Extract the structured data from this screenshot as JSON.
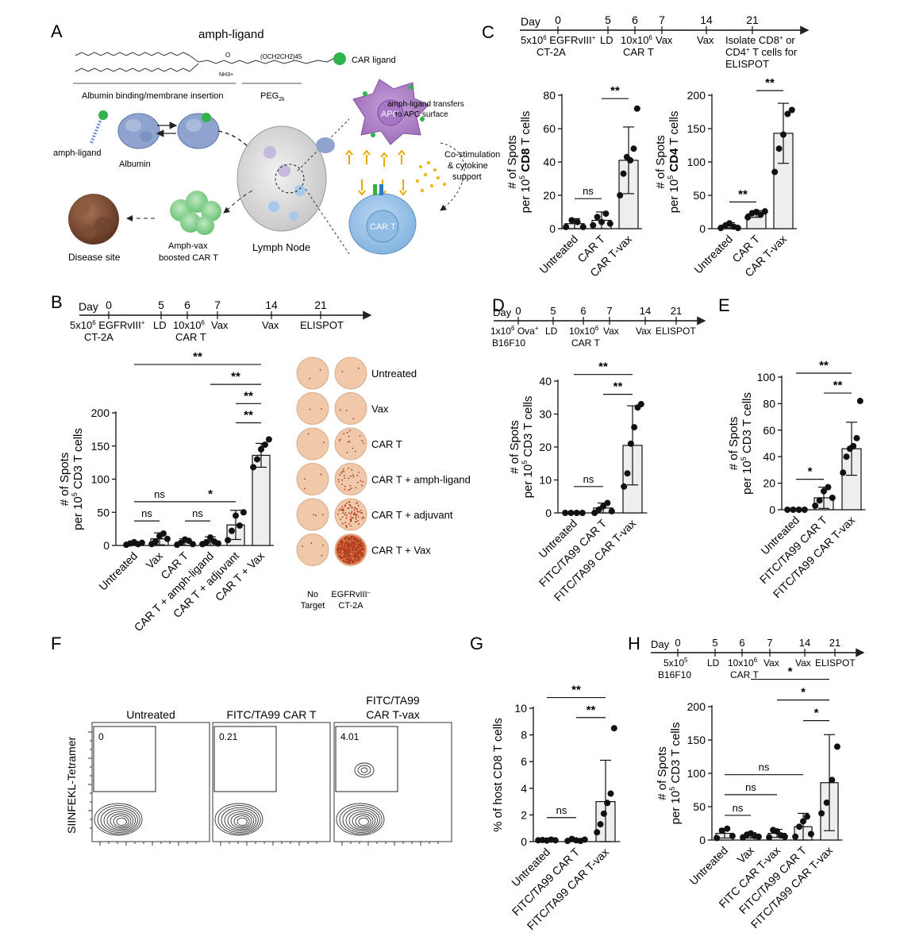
{
  "panels": {
    "A": "A",
    "B": "B",
    "C": "C",
    "D": "D",
    "E": "E",
    "F": "F",
    "G": "G",
    "H": "H"
  },
  "schematic": {
    "title": "amph-ligand",
    "car_ligand": "CAR ligand",
    "albumin_binding": "Albumin binding/membrane insertion",
    "peg": "PEG",
    "peg_sub": "2k",
    "peg_chain": "(OCH2CH2)45",
    "amph_ligand_label": "amph-ligand",
    "albumin": "Albumin",
    "transfer": "amph-ligand transfers",
    "transfer2": "to APC surface",
    "apc": "APC",
    "costim": "Co-stimulation",
    "costim2": "& cytokine",
    "costim3": "support",
    "car_t": "CAR T",
    "disease_site": "Disease site",
    "amph_vax": "Amph-vax",
    "boosted": "boosted CAR T",
    "lymph_node": "Lymph Node",
    "nh3": "NH3+"
  },
  "timelines": {
    "B": {
      "days": [
        "Day",
        "0",
        "5",
        "6",
        "7",
        "14",
        "21"
      ],
      "cells": "5x10",
      "cells_sup": "6",
      "target": "EGFRvIII",
      "target_sup": "+",
      "line2": "CT-2A",
      "ld": "LD",
      "cart": "10x10",
      "cart_sup": "6",
      "cart2": "CAR T",
      "vax": "Vax",
      "vax2": "Vax",
      "end": "ELISPOT"
    },
    "C": {
      "days": [
        "Day",
        "0",
        "5",
        "6",
        "7",
        "14",
        "21"
      ],
      "cells": "5x10",
      "cells_sup": "6",
      "target": "EGFRvIII",
      "target_sup": "+",
      "line2": "CT-2A",
      "ld": "LD",
      "cart": "10x10",
      "cart_sup": "6",
      "cart2": "CAR T",
      "vax": "Vax",
      "vax2": "Vax",
      "end1": "Isolate CD8",
      "end1_sup": "+",
      "end1b": " or",
      "end2": "CD4",
      "end2_sup": "+",
      "end2b": "T cells for",
      "end3": "ELISPOT"
    },
    "D": {
      "days": [
        "Day",
        "0",
        "5",
        "6",
        "7",
        "14",
        "21"
      ],
      "cells": "1x10",
      "cells_sup": "6",
      "target": "Ova",
      "target_sup": "+",
      "line2": "B16F10",
      "ld": "LD",
      "cart": "10x10",
      "cart_sup": "6",
      "cart2": "CAR T",
      "vax": "Vax",
      "vax2": "Vax",
      "end": "ELISPOT"
    },
    "H": {
      "days": [
        "Day",
        "0",
        "5",
        "6",
        "7",
        "14",
        "21"
      ],
      "cells": "5x10",
      "cells_sup": "5",
      "line2": "B16F10",
      "ld": "LD",
      "cart": "10x10",
      "cart_sup": "6",
      "cart2": "CAR T",
      "vax": "Vax",
      "vax2": "Vax",
      "end": "ELISPOT"
    }
  },
  "elispot_wells": {
    "rows": [
      "Untreated",
      "Vax",
      "CAR T",
      "CAR T + amph-ligand",
      "CAR T + adjuvant",
      "CAR T + Vax"
    ],
    "col1_line1": "No",
    "col1_line2": "Target",
    "col2_line1": "EGFRvIII",
    "col2_sup": "–",
    "col2_line2": "CT-2A",
    "well_color": "#efc9a9",
    "spot_color": "#b0381a"
  },
  "flow": {
    "y_label": "SIINFEKL-Tetramer",
    "plots": [
      {
        "title": [
          "Untreated"
        ],
        "value": "0"
      },
      {
        "title": [
          "FITC/TA99 CAR T"
        ],
        "value": "0.21"
      },
      {
        "title": [
          "FITC/TA99",
          "CAR T-vax"
        ],
        "value": "4.01"
      }
    ]
  },
  "chart_data": [
    {
      "panel": "B",
      "type": "bar",
      "ylabel": "# of Spots per 10^5 CD3 T cells",
      "ylim": [
        0,
        200
      ],
      "yticks": [
        "0",
        "50",
        "100",
        "150",
        "200"
      ],
      "categories": [
        "Untreated",
        "Vax",
        "CAR T",
        "CAR T + amph-ligand",
        "CAR T + adjuvant",
        "CAR T + Vax"
      ],
      "values": [
        3,
        10,
        5,
        6,
        31,
        136
      ],
      "sd": [
        2,
        9,
        5,
        7,
        22,
        18
      ],
      "points": [
        [
          1,
          3,
          5,
          2,
          4
        ],
        [
          2,
          6,
          14,
          18,
          10
        ],
        [
          1,
          4,
          9,
          7,
          2
        ],
        [
          2,
          5,
          12,
          6,
          3
        ],
        [
          8,
          22,
          45,
          30,
          50
        ],
        [
          118,
          130,
          145,
          152,
          160
        ]
      ],
      "annotations": [
        {
          "from": 0,
          "to": 5,
          "label": "**",
          "level": 273
        },
        {
          "from": 3,
          "to": 5,
          "label": "**",
          "level": 243
        },
        {
          "from": 4,
          "to": 5,
          "label": "**",
          "level": 214
        },
        {
          "from": 4,
          "to": 5,
          "label": "**",
          "level": 185
        },
        {
          "from": 0,
          "to": 2,
          "label": "ns",
          "level": 66
        },
        {
          "from": 2,
          "to": 4,
          "label": "*",
          "level": 66
        },
        {
          "from": 0,
          "to": 1,
          "label": "ns",
          "level": 37
        },
        {
          "from": 2,
          "to": 3,
          "label": "ns",
          "level": 37
        }
      ]
    },
    {
      "panel": "C-left",
      "type": "bar",
      "ylabel_pre": "# of Spots",
      "ylabel_post": "per 10^5",
      "ylabel_bold": "CD8",
      "ylabel_end": "T cells",
      "ylim": [
        0,
        80
      ],
      "yticks": [
        "0",
        "20",
        "40",
        "60",
        "80"
      ],
      "categories": [
        "Untreated",
        "CAR T",
        "CAR T-vax"
      ],
      "values": [
        3,
        5,
        41
      ],
      "sd": [
        3,
        5,
        20
      ],
      "points": [
        [
          1,
          5,
          4,
          1
        ],
        [
          2,
          7,
          4,
          9,
          3
        ],
        [
          20,
          33,
          43,
          41,
          48,
          72
        ]
      ],
      "annotations": [
        {
          "from": 0,
          "to": 1,
          "label": "ns",
          "level": 18
        },
        {
          "from": 1,
          "to": 2,
          "label": "**",
          "level": 78
        }
      ]
    },
    {
      "panel": "C-right",
      "type": "bar",
      "ylabel_pre": "# of Spots",
      "ylabel_post": "per 10^5",
      "ylabel_bold": "CD4",
      "ylabel_end": "T cells",
      "ylim": [
        0,
        200
      ],
      "yticks": [
        "0",
        "50",
        "100",
        "150",
        "200"
      ],
      "categories": [
        "Untreated",
        "CAR T",
        "CAR T-vax"
      ],
      "values": [
        5,
        22,
        143
      ],
      "sd": [
        4,
        5,
        45
      ],
      "points": [
        [
          1,
          4,
          8,
          3,
          1
        ],
        [
          17,
          23,
          25,
          21,
          26
        ],
        [
          85,
          120,
          141,
          172,
          178
        ]
      ],
      "annotations": [
        {
          "from": 0,
          "to": 1,
          "label": "**",
          "level": 40
        },
        {
          "from": 1,
          "to": 2,
          "label": "**",
          "level": 207
        }
      ]
    },
    {
      "panel": "D",
      "type": "bar",
      "ylabel": "# of Spots per 10^5 CD3 T cells",
      "ylim": [
        0,
        40
      ],
      "yticks": [
        "0",
        "10",
        "20",
        "30",
        "40"
      ],
      "categories": [
        "Untreated",
        "FITC/TA99 CAR T",
        "FITC/TA99 CAR T-vax"
      ],
      "values": [
        0,
        1.5,
        20.5
      ],
      "sd": [
        0,
        1.5,
        12
      ],
      "points": [
        [
          0,
          0,
          0,
          0
        ],
        [
          0,
          1,
          2,
          3,
          0.5
        ],
        [
          8,
          12,
          21,
          26,
          32,
          33
        ]
      ],
      "annotations": [
        {
          "from": 0,
          "to": 1,
          "label": "ns",
          "level": 8
        },
        {
          "from": 1,
          "to": 2,
          "label": "**",
          "level": 36
        },
        {
          "from": 0,
          "to": 2,
          "label": "**",
          "level": 42
        }
      ]
    },
    {
      "panel": "E",
      "type": "bar",
      "ylabel": "# of Spots per 10^5 CD3 T cells",
      "ylim": [
        0,
        100
      ],
      "yticks": [
        "0",
        "20",
        "40",
        "60",
        "80",
        "100"
      ],
      "categories": [
        "Untreated",
        "FITC/TA99 CAR T",
        "FITC/TA99 CAR T-vax"
      ],
      "values": [
        0,
        9,
        46
      ],
      "sd": [
        0,
        8,
        20
      ],
      "points": [
        [
          0,
          0,
          0,
          0
        ],
        [
          3,
          7,
          14,
          17,
          9
        ],
        [
          28,
          40,
          46,
          48,
          54,
          82
        ]
      ],
      "annotations": [
        {
          "from": 0,
          "to": 1,
          "label": "*",
          "level": 23
        },
        {
          "from": 1,
          "to": 2,
          "label": "**",
          "level": 88
        },
        {
          "from": 0,
          "to": 2,
          "label": "**",
          "level": 103
        }
      ]
    },
    {
      "panel": "G",
      "type": "bar",
      "ylabel": "% of host CD8 T cells",
      "ylim": [
        0,
        10
      ],
      "yticks": [
        "0",
        "2",
        "4",
        "6",
        "8",
        "10"
      ],
      "categories": [
        "Untreated",
        "FITC/TA99 CAR T",
        "FITC/TA99 CAR T-vax"
      ],
      "values": [
        0.1,
        0.1,
        3
      ],
      "sd": [
        0.05,
        0.08,
        3.1
      ],
      "points": [
        [
          0.1,
          0.12,
          0.08,
          0.15,
          0.1
        ],
        [
          0.05,
          0.2,
          0.1,
          0.05,
          0.15
        ],
        [
          0.7,
          1.3,
          2.1,
          2.9,
          3.6,
          8.5
        ]
      ],
      "annotations": [
        {
          "from": 0,
          "to": 1,
          "label": "ns",
          "level": 1.8
        },
        {
          "from": 1,
          "to": 2,
          "label": "**",
          "level": 9.3
        },
        {
          "from": 0,
          "to": 2,
          "label": "**",
          "level": 10.8
        }
      ]
    },
    {
      "panel": "H",
      "type": "bar",
      "ylabel": "# of Spots per 10^5 CD3 T cells",
      "ylim": [
        0,
        200
      ],
      "yticks": [
        "0",
        "50",
        "100",
        "150",
        "200"
      ],
      "categories": [
        "Untreated",
        "Vax",
        "FITC CAR T-vax",
        "FITC/TA99 CAR T",
        "FITC/TA99 CAR T-vax"
      ],
      "values": [
        10,
        7,
        10,
        20,
        86
      ],
      "sd": [
        7,
        4,
        6,
        20,
        72
      ],
      "points": [
        [
          3,
          14,
          17,
          6
        ],
        [
          4,
          8,
          10,
          6,
          5
        ],
        [
          4,
          15,
          13,
          7,
          5
        ],
        [
          5,
          20,
          28,
          35,
          9
        ],
        [
          40,
          56,
          90,
          140
        ]
      ],
      "annotations": [
        {
          "from": 0,
          "to": 1,
          "label": "ns",
          "level": 37
        },
        {
          "from": 0,
          "to": 2,
          "label": "ns",
          "level": 68
        },
        {
          "from": 0,
          "to": 3,
          "label": "ns",
          "level": 98
        },
        {
          "from": 3,
          "to": 4,
          "label": "*",
          "level": 179
        },
        {
          "from": 2,
          "to": 4,
          "label": "*",
          "level": 210
        },
        {
          "from": 1,
          "to": 4,
          "label": "*",
          "level": 241
        }
      ]
    }
  ]
}
